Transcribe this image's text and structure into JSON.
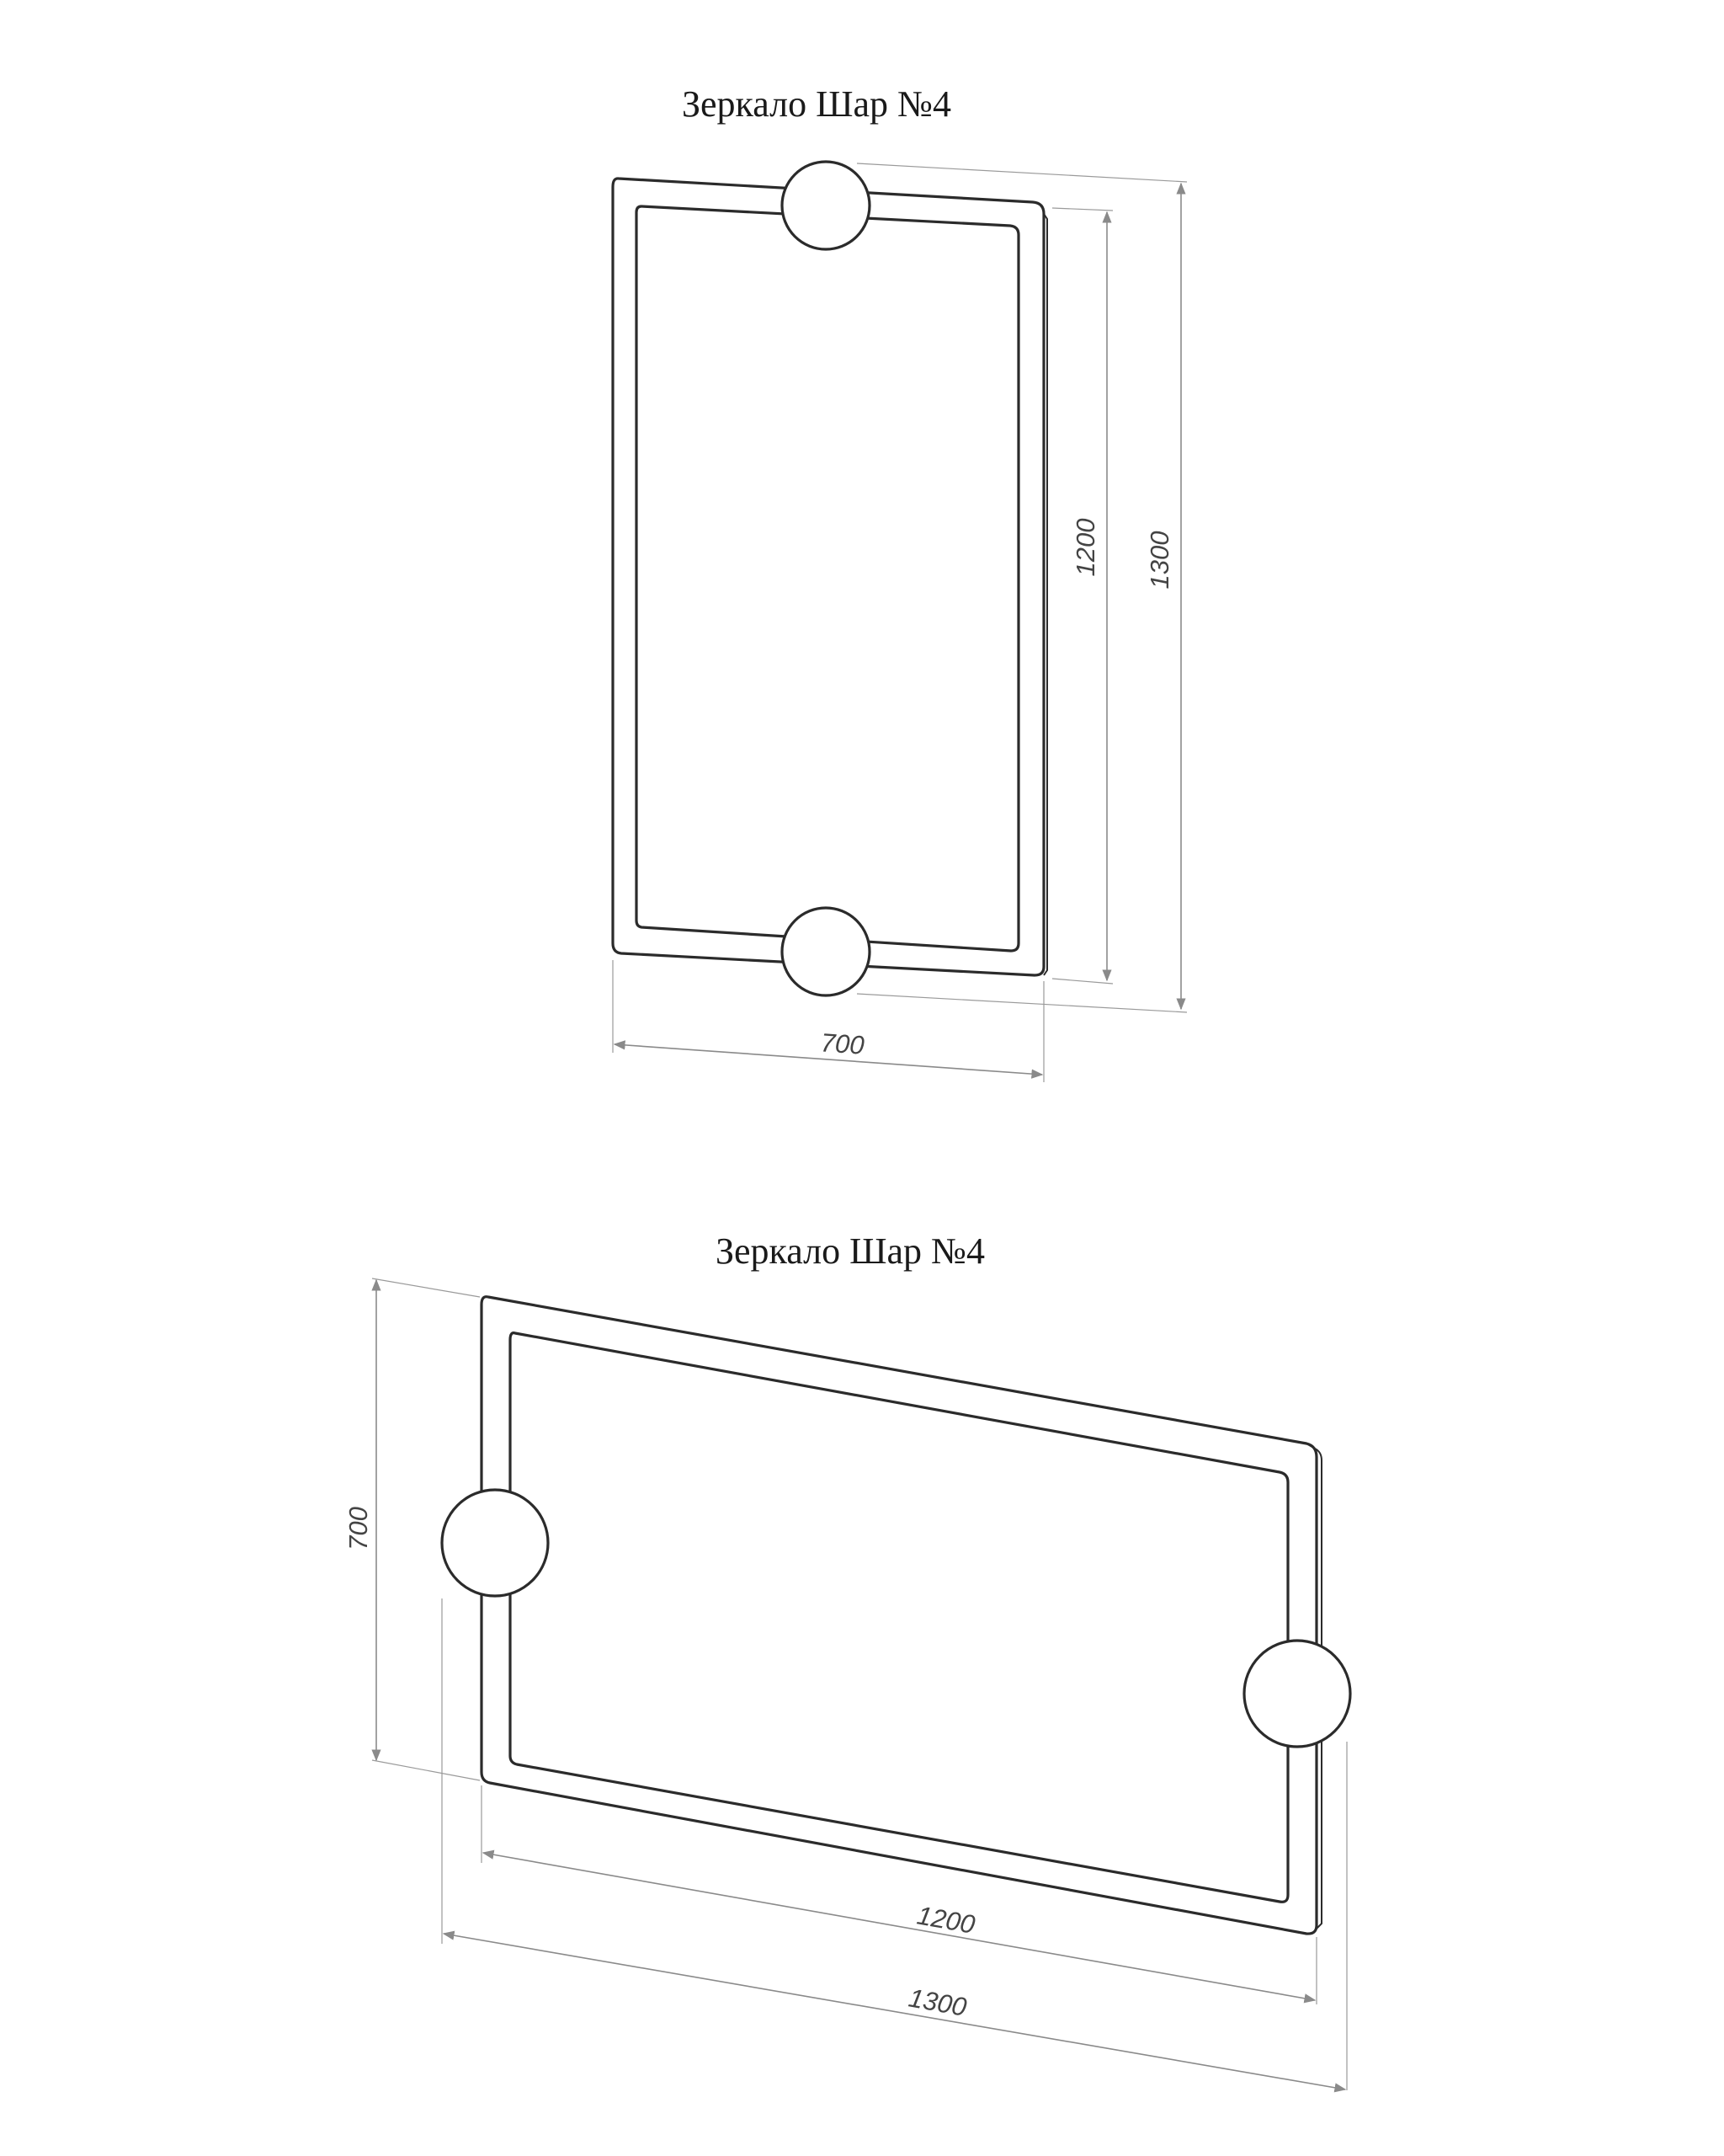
{
  "drawings": [
    {
      "title": "Зеркало Шар №4",
      "dimensions": {
        "width": "700",
        "inner_height": "1200",
        "outer_height": "1300"
      }
    },
    {
      "title": "Зеркало Шар №4",
      "dimensions": {
        "height": "700",
        "inner_width": "1200",
        "outer_width": "1300"
      }
    }
  ],
  "colors": {
    "line": "#2b2b2b",
    "dimension": "#8a8a8a",
    "background": "#ffffff"
  }
}
